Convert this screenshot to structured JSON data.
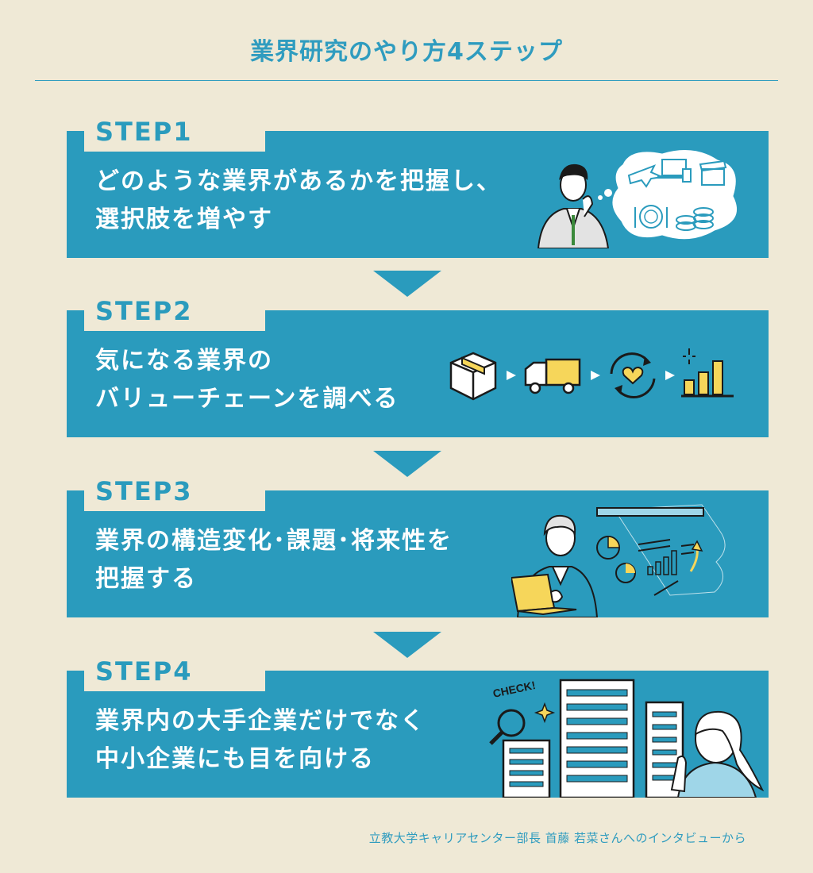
{
  "title": "業界研究のやり方4ステップ",
  "steps": [
    {
      "label": "STEP1",
      "lines": [
        "どのような業界があるかを把握し、",
        "選択肢を増やす"
      ]
    },
    {
      "label": "STEP2",
      "lines": [
        "気になる業界の",
        "バリューチェーンを調べる"
      ]
    },
    {
      "label": "STEP3",
      "lines": [
        "業界の構造変化･課題･将来性を",
        "把握する"
      ]
    },
    {
      "label": "STEP4",
      "lines": [
        "業界内の大手企業だけでなく",
        "中小企業にも目を向ける"
      ]
    }
  ],
  "illustrations": {
    "step4_check_text": "CHECK!"
  },
  "footer": "立教大学キャリアセンター部長 首藤 若菜さんへのインタビューから",
  "colors": {
    "background": "#efe9d6",
    "accent": "#2a9bbd",
    "title": "#2f9cbf",
    "highlight": "#f6d65a"
  }
}
